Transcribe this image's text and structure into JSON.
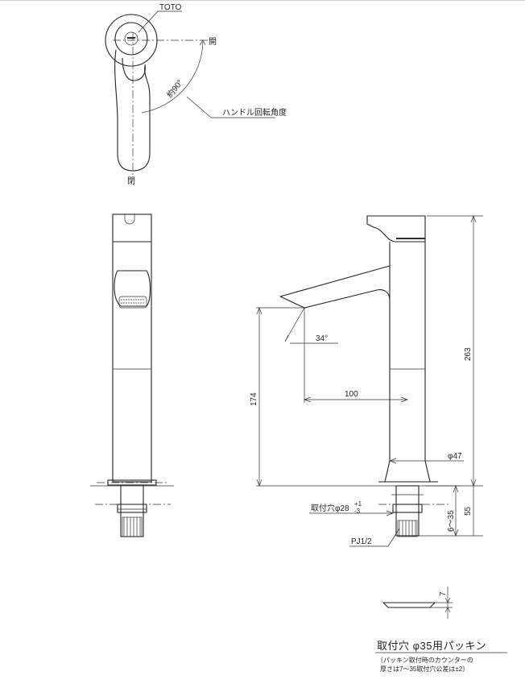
{
  "labels": {
    "brand": "TOTO",
    "open": "開",
    "close": "閉",
    "angle": "約90°",
    "handle_rotation": "ハンドル回転角度",
    "spout_angle": "34°",
    "spout_reach": "100",
    "height_174": "174",
    "height_263": "263",
    "dia_47": "φ47",
    "mount_hole": "取付穴φ28",
    "tol_plus": "+1",
    "tol_minus": "-3",
    "depth_range": "6〜35",
    "depth_55": "55",
    "thread": "PJ1/2",
    "gasket_thickness": "7",
    "gasket_title": "取付穴 φ35用パッキン",
    "gasket_note_1": "〔パッキン取付時のカウンターの",
    "gasket_note_2": "厚さは7〜35取付穴公差は±2〕"
  }
}
